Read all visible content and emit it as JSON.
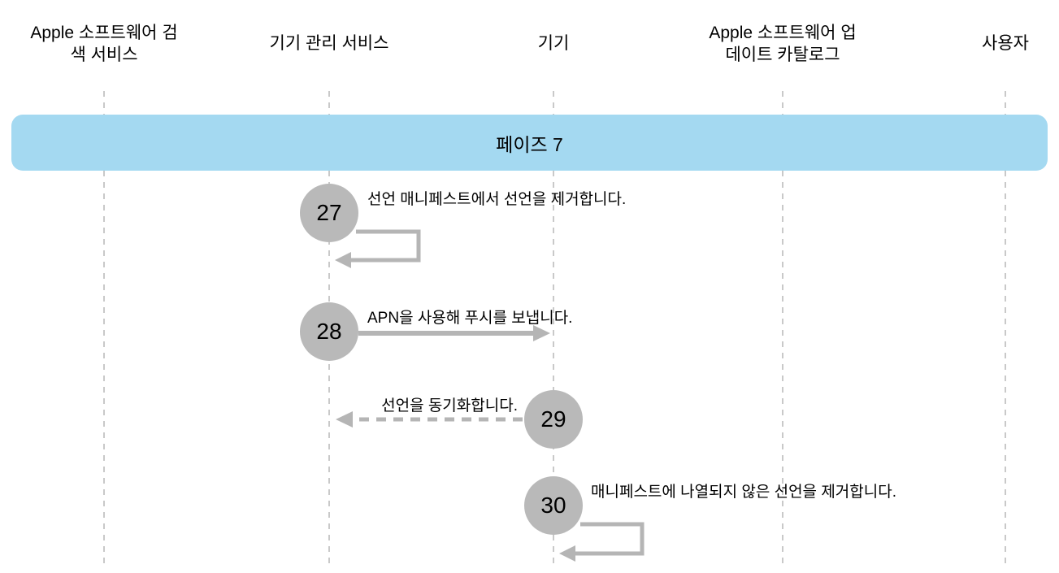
{
  "diagram": {
    "phase_label": "페이즈 7",
    "lifelines": [
      {
        "id": "apple-software-lookup-service",
        "label": "Apple 소프트웨어 검색 서비스"
      },
      {
        "id": "device-management-service",
        "label": "기기 관리 서비스"
      },
      {
        "id": "device",
        "label": "기기"
      },
      {
        "id": "apple-software-update-catalog",
        "label": "Apple 소프트웨어 업데이트 카탈로그"
      },
      {
        "id": "user",
        "label": "사용자"
      }
    ],
    "steps": [
      {
        "number": "27",
        "message": "선언 매니페스트에서 선언을 제거합니다.",
        "type": "self-loop",
        "from": "device-management-service",
        "to": "device-management-service"
      },
      {
        "number": "28",
        "message": "APN을 사용해 푸시를 보냅니다.",
        "type": "solid-arrow",
        "from": "device-management-service",
        "to": "device"
      },
      {
        "number": "29",
        "message": "선언을 동기화합니다.",
        "type": "dashed-arrow",
        "from": "device",
        "to": "device-management-service"
      },
      {
        "number": "30",
        "message": "매니페스트에 나열되지 않은 선언을 제거합니다.",
        "type": "self-loop",
        "from": "device",
        "to": "device"
      }
    ],
    "colors": {
      "phase_banner": "#a4d9f1",
      "step_circle": "#b9b9b9",
      "arrow": "#b5b5b5",
      "lifeline": "#c9c9c9"
    }
  }
}
